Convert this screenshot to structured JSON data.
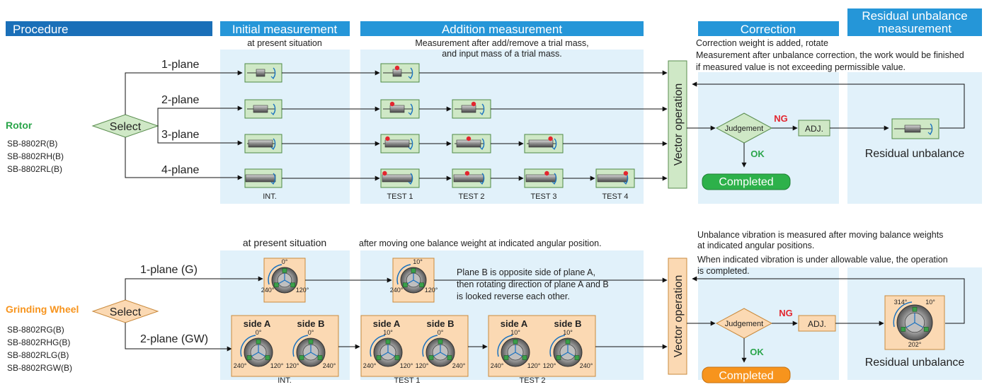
{
  "headers": {
    "procedure": "Procedure",
    "initial": "Initial measurement",
    "addition": "Addition measurement",
    "correction": "Correction",
    "residual_line1": "Residual unbalance",
    "residual_line2": "measurement"
  },
  "rotor": {
    "title": "Rotor",
    "models": [
      "SB-8802R(B)",
      "SB-8802RH(B)",
      "SB-8802RL(B)"
    ],
    "select": "Select",
    "planes": [
      "1-plane",
      "2-plane",
      "3-plane",
      "4-plane"
    ],
    "initial_note": "at present situation",
    "addition_note_1": "Measurement after add/remove a trial mass,",
    "addition_note_2": "and input mass of a trial mass.",
    "correction_note_1": "Correction weight is added, rotate",
    "correction_note_2": "Measurement after unbalance correction, the work would be finished",
    "correction_note_3": "if measured value is not exceeding permissible value.",
    "int_label": "INT.",
    "tests": [
      "TEST 1",
      "TEST 2",
      "TEST 3",
      "TEST 4"
    ],
    "vector": "Vector operation",
    "judgement": "Judgement",
    "ng": "NG",
    "ok": "OK",
    "adj": "ADJ.",
    "completed": "Completed",
    "residual": "Residual unbalance"
  },
  "wheel": {
    "title": "Grinding Wheel",
    "models": [
      "SB-8802RG(B)",
      "SB-8802RHG(B)",
      "SB-8802RLG(B)",
      "SB-8802RGW(B)"
    ],
    "select": "Select",
    "planes": [
      "1-plane (G)",
      "2-plane (GW)"
    ],
    "initial_note": "at present situation",
    "addition_note": "after moving one balance weight at indicated angular position.",
    "plane_note_1": "Plane B is opposite side of plane A,",
    "plane_note_2": "then rotating direction of plane A and B",
    "plane_note_3": "is looked reverse each other.",
    "correction_note_1": "Unbalance vibration is measured after moving balance weights",
    "correction_note_2": "at indicated angular positions.",
    "correction_note_3": "When indicated vibration is under allowable value, the operation",
    "correction_note_4": "is completed.",
    "side_a": "side A",
    "side_b": "side B",
    "int_label": "INT.",
    "tests": [
      "TEST 1",
      "TEST 2"
    ],
    "vector": "Vector operation",
    "judgement": "Judgement",
    "ng": "NG",
    "ok": "OK",
    "adj": "ADJ.",
    "completed": "Completed",
    "residual": "Residual unbalance",
    "angles": {
      "a0": "0°",
      "a120": "120°",
      "a240": "240°",
      "a10": "10°",
      "a314": "314°",
      "a202": "202°"
    }
  },
  "colors": {
    "header_blue": "#1a6fb8",
    "header_blue_light": "#2596d8",
    "panel": "#e1f1fa",
    "green_box": "#cfe8c6",
    "orange_box": "#fbd9b3",
    "completed_green": "#2db14a",
    "completed_orange": "#f7941d",
    "ng_red": "#e3262f",
    "ok_green": "#2aa54a"
  }
}
